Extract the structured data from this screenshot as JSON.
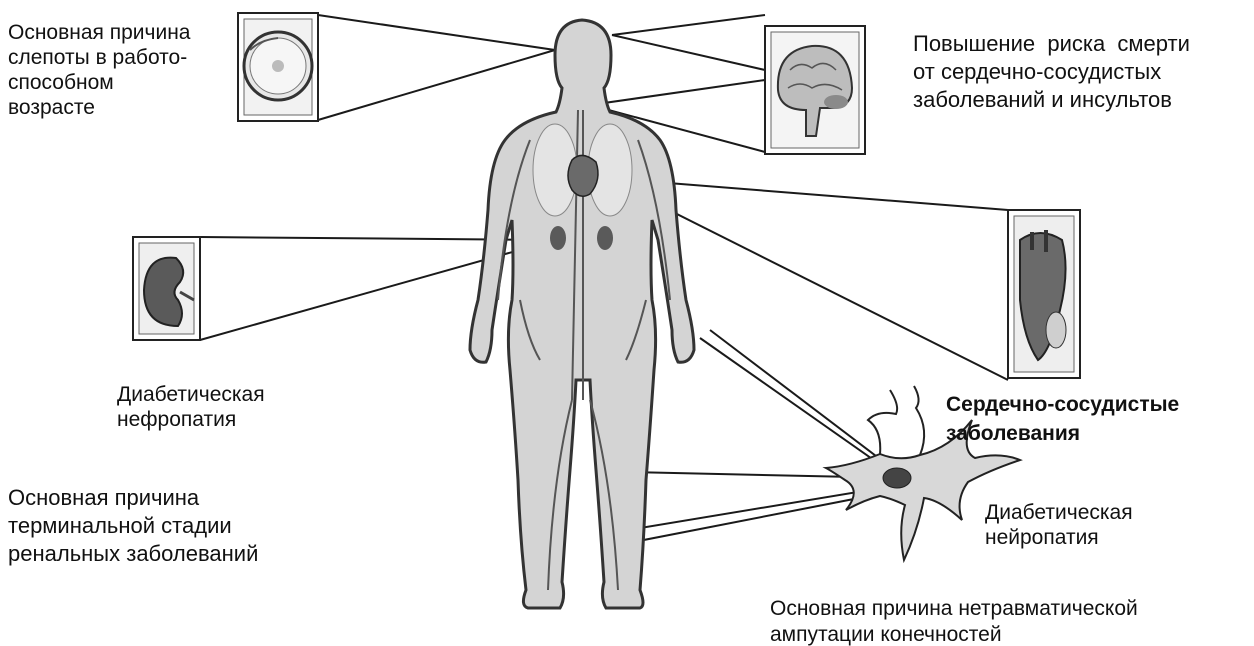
{
  "labels": {
    "eye_caption": [
      "Основная причина",
      "слепоты в работо-",
      "способном",
      "возрасте"
    ],
    "brain_caption": [
      "Повышение  риска  смерти",
      "от сердечно-сосудистых",
      "заболеваний и инсультов"
    ],
    "kidney_caption": [
      "Диабетическая",
      "нефропатия"
    ],
    "renal_caption": [
      "Основная причина",
      "терминальной стадии",
      "ренальных заболеваний"
    ],
    "cardio_caption": [
      "Сердечно-сосудистые",
      "заболевания"
    ],
    "neuropathy_caption": [
      "Диабетическая",
      "нейропатия"
    ],
    "amputation_caption": [
      "Основная причина нетравматической",
      "ампутации конечностей"
    ]
  },
  "icons": {
    "eye": "eye-icon",
    "brain": "brain-icon",
    "heart": "heart-icon",
    "kidney": "kidney-icon",
    "neuron": "neuron-icon",
    "body": "human-body-icon"
  },
  "colors": {
    "ink": "#111111",
    "body_fill": "#d4d4d4",
    "organ_fill": "#5a5a5a",
    "heart_fill": "#6a6a6a",
    "frame": "#222222"
  }
}
